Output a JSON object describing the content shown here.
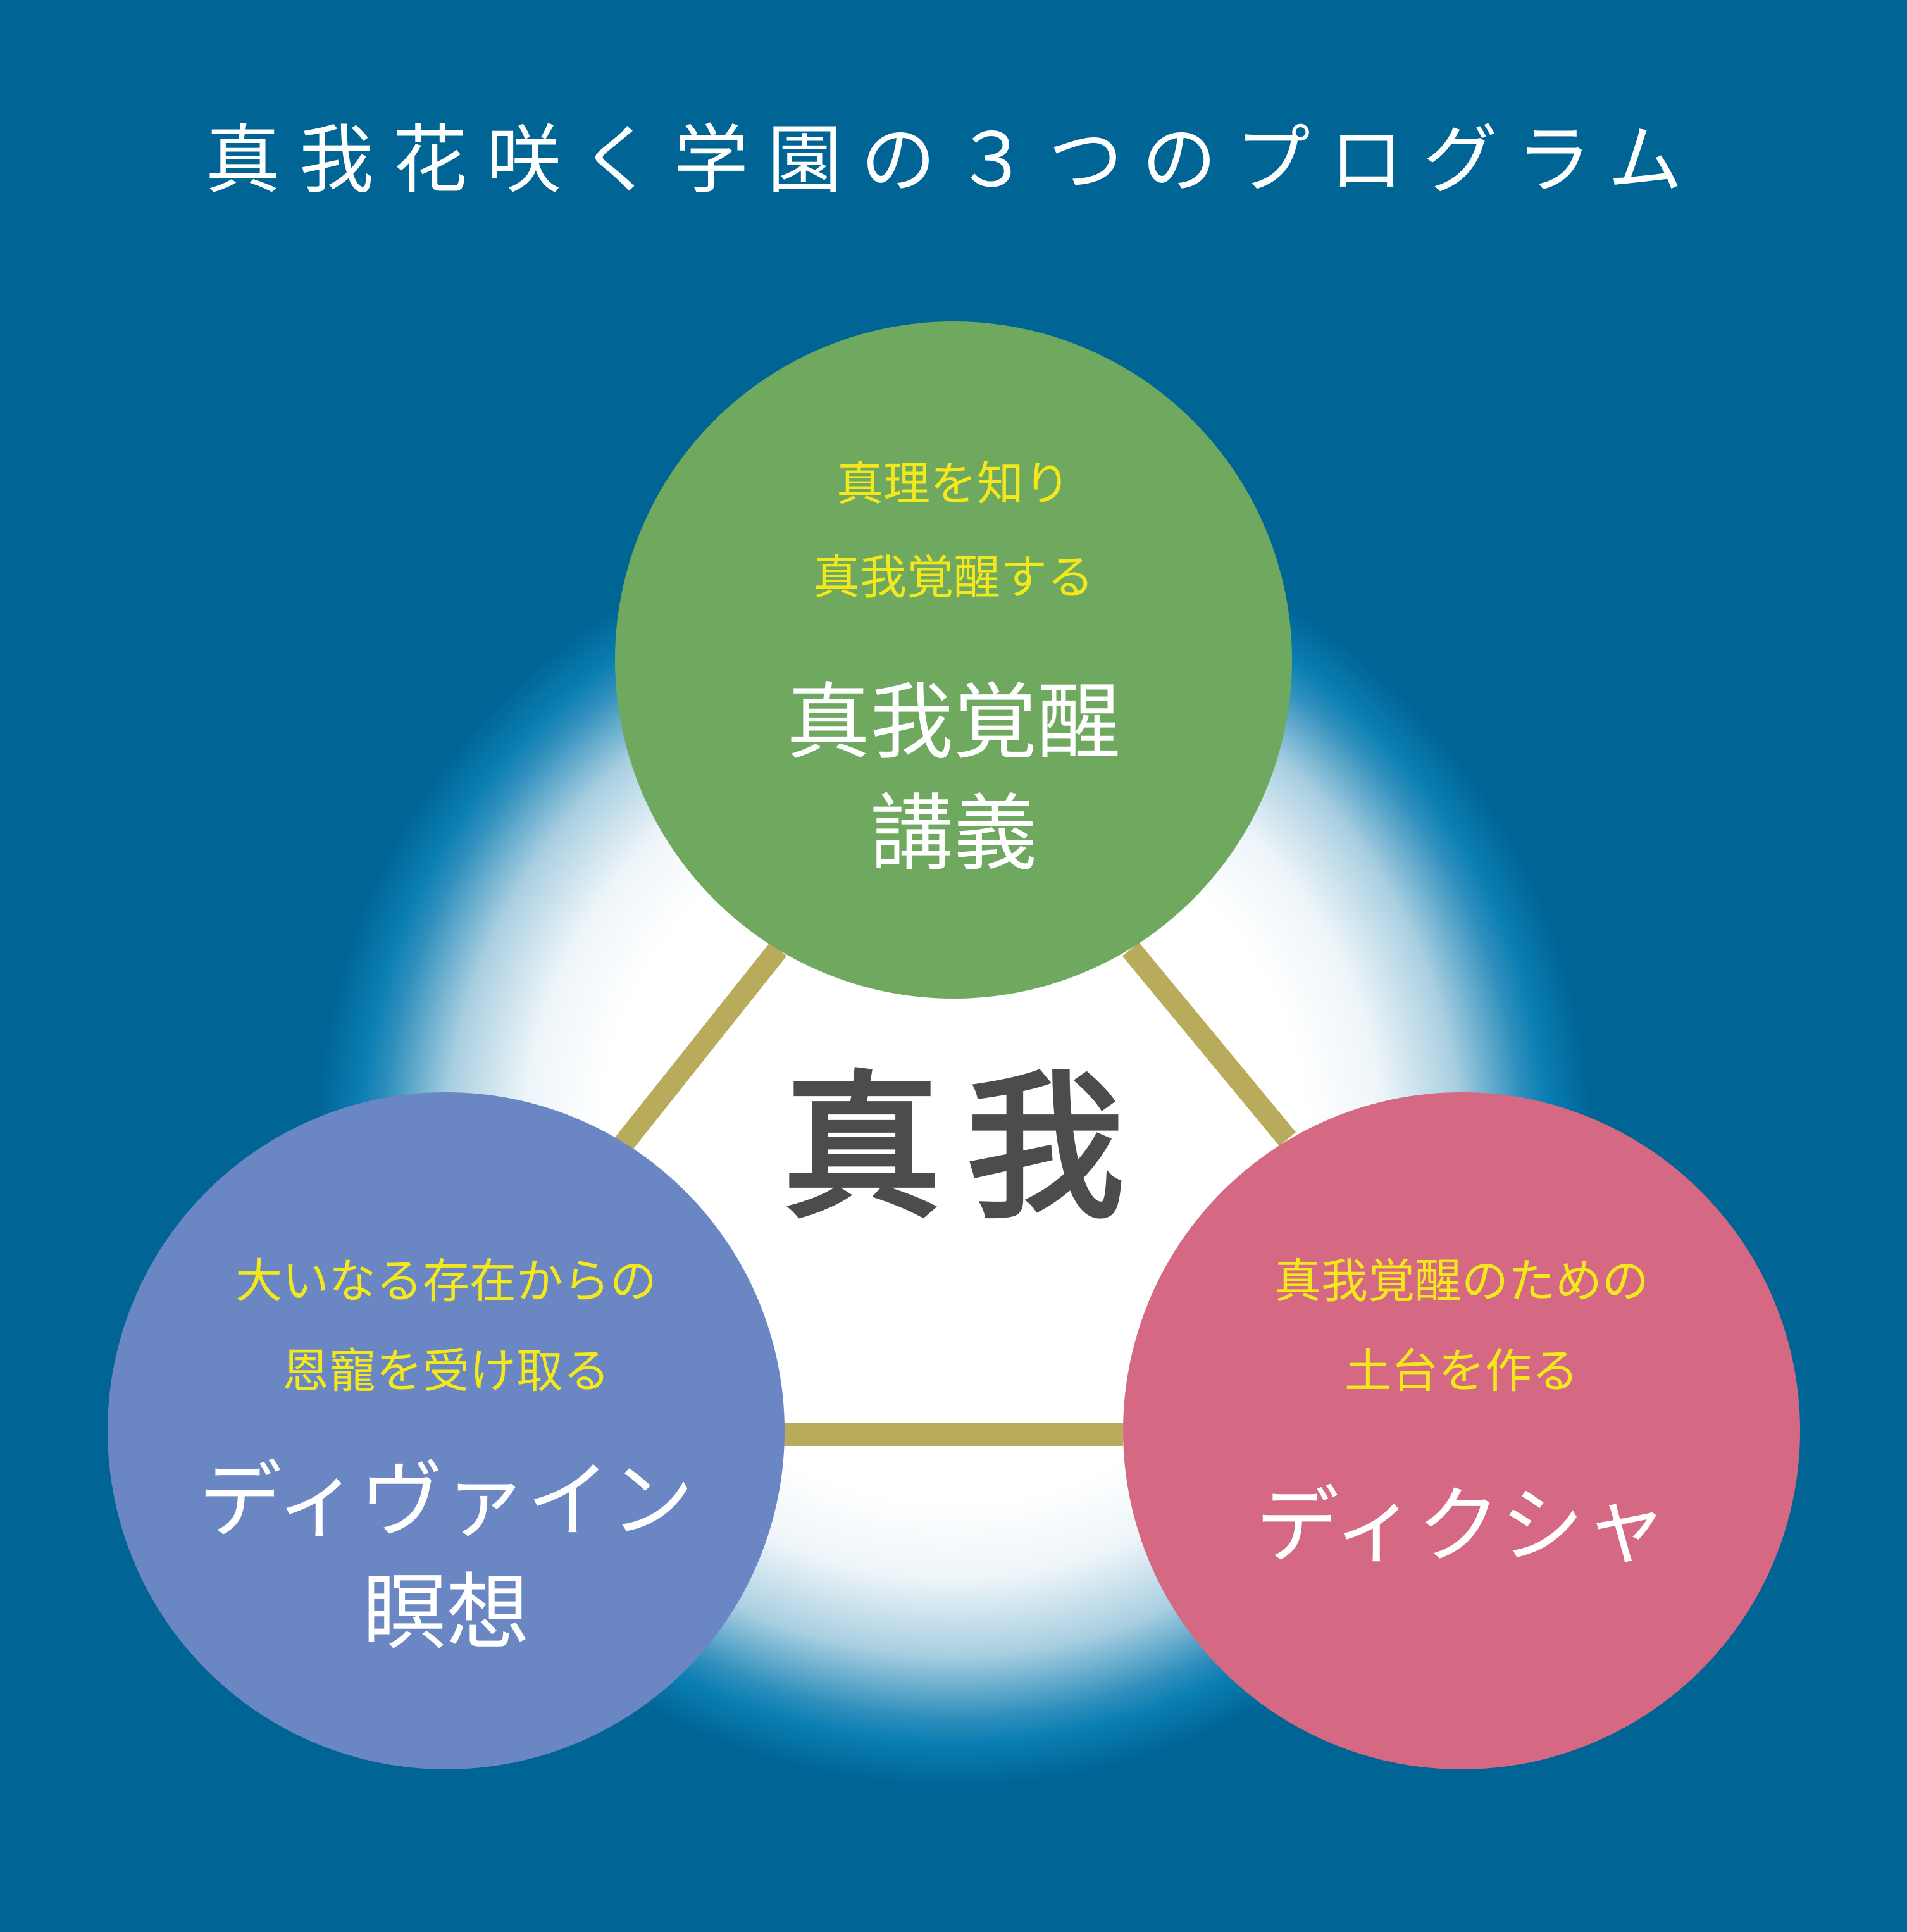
{
  "title": "真我花咲く学園の３つのプログラム",
  "center": {
    "label": "真我"
  },
  "programs": [
    {
      "subtitle_lines": [
        "真理を知り",
        "真我覚醒する"
      ],
      "name_lines": [
        "真我覚醒",
        "講義"
      ],
      "color": "#6ea95f"
    },
    {
      "subtitle_lines": [
        "大いなる存在からの",
        "恩寵を受け取る"
      ],
      "name_lines": [
        "ディヴァイン",
        "瞑想"
      ],
      "color": "#6a87c4"
    },
    {
      "subtitle_lines": [
        "真我覚醒のための",
        "土台を作る"
      ],
      "name_lines": [
        "ディクシャ"
      ],
      "color": "#d56883"
    }
  ],
  "colors": {
    "background": "#006495",
    "glow": "#ffffff",
    "connector": "#b8ab5c",
    "subtitle_text": "#f3e81c",
    "center_text": "#4c4c4c"
  }
}
